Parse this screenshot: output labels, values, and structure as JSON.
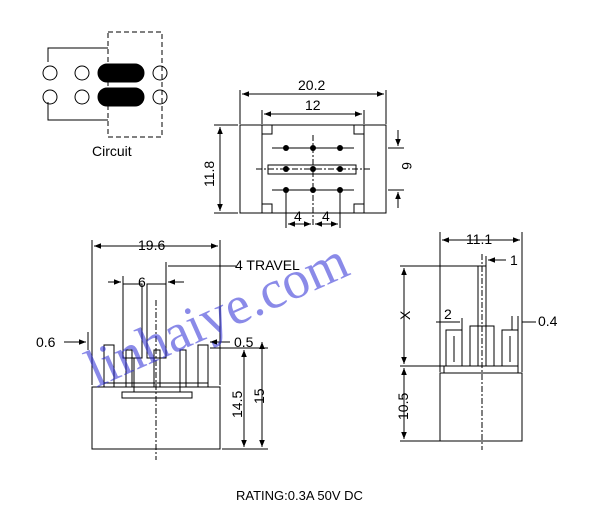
{
  "circuit": {
    "label": "Circuit"
  },
  "top_view": {
    "width": "20.2",
    "inner": "12",
    "height": "11.8",
    "side": "6",
    "pitch_left": "4",
    "pitch_right": "4"
  },
  "front_view": {
    "width": "19.6",
    "actuator": "6",
    "travel": "4 TRAVEL",
    "pin_left": "0.6",
    "pin_right": "0.5",
    "height_inner": "14.5",
    "height_outer": "15"
  },
  "side_view": {
    "width": "11.1",
    "lever": "1",
    "x_label": "X",
    "pin_gap": "2",
    "pin_thick": "0.4",
    "body_height": "10.5"
  },
  "rating": {
    "text": "RATING:0.3A 50V DC"
  },
  "watermark": {
    "text": "linhaiye.com"
  },
  "colors": {
    "line": "#000000",
    "watermark": "#2b2bd6"
  }
}
